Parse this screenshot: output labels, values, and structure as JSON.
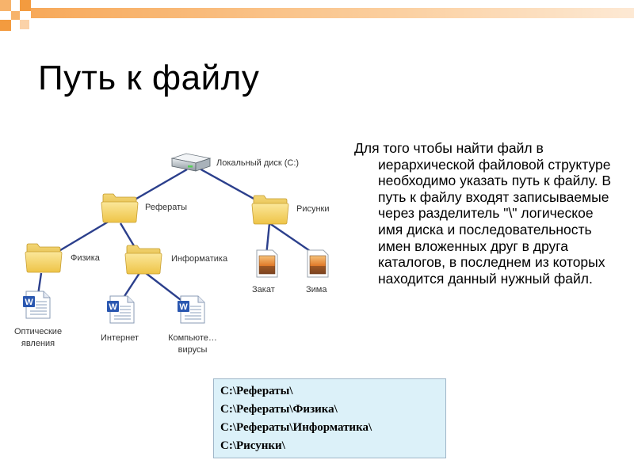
{
  "slide": {
    "title": "Путь к файлу",
    "description": "Для того чтобы найти файл в иерархической файловой структуре необходимо указать путь к файлу. В путь к файлу входят записываемые через разделитель \"\\\" логическое имя диска и последовательность имен вложенных друг в друга каталогов, в последнем из которых находится данный нужный файл."
  },
  "tree": {
    "drive": "Локальный диск (C:)",
    "folders": {
      "referaty": "Рефераты",
      "risunki": "Рисунки",
      "fizika": "Физика",
      "informatika": "Информатика"
    },
    "files": {
      "opticheskie_line1": "Оптические",
      "opticheskie_line2": "явления",
      "internet": "Интернет",
      "kompyuternye_line1": "Компьюте…",
      "kompyuternye_line2": "вирусы",
      "zakat": "Закат",
      "zima": "Зима"
    }
  },
  "paths": [
    "C:\\Рефераты\\",
    "C:\\Рефераты\\Физика\\",
    "C:\\Рефераты\\Информатика\\",
    "C:\\Рисунки\\"
  ],
  "colors": {
    "accent_orange": "#f39b3f",
    "connector_line": "#2b3f8c",
    "folder_yellow": "#f6d468",
    "paths_box_bg": "#dcf1f9"
  },
  "icons": [
    "hard-drive-icon",
    "folder-icon",
    "word-document-icon",
    "image-file-icon"
  ]
}
